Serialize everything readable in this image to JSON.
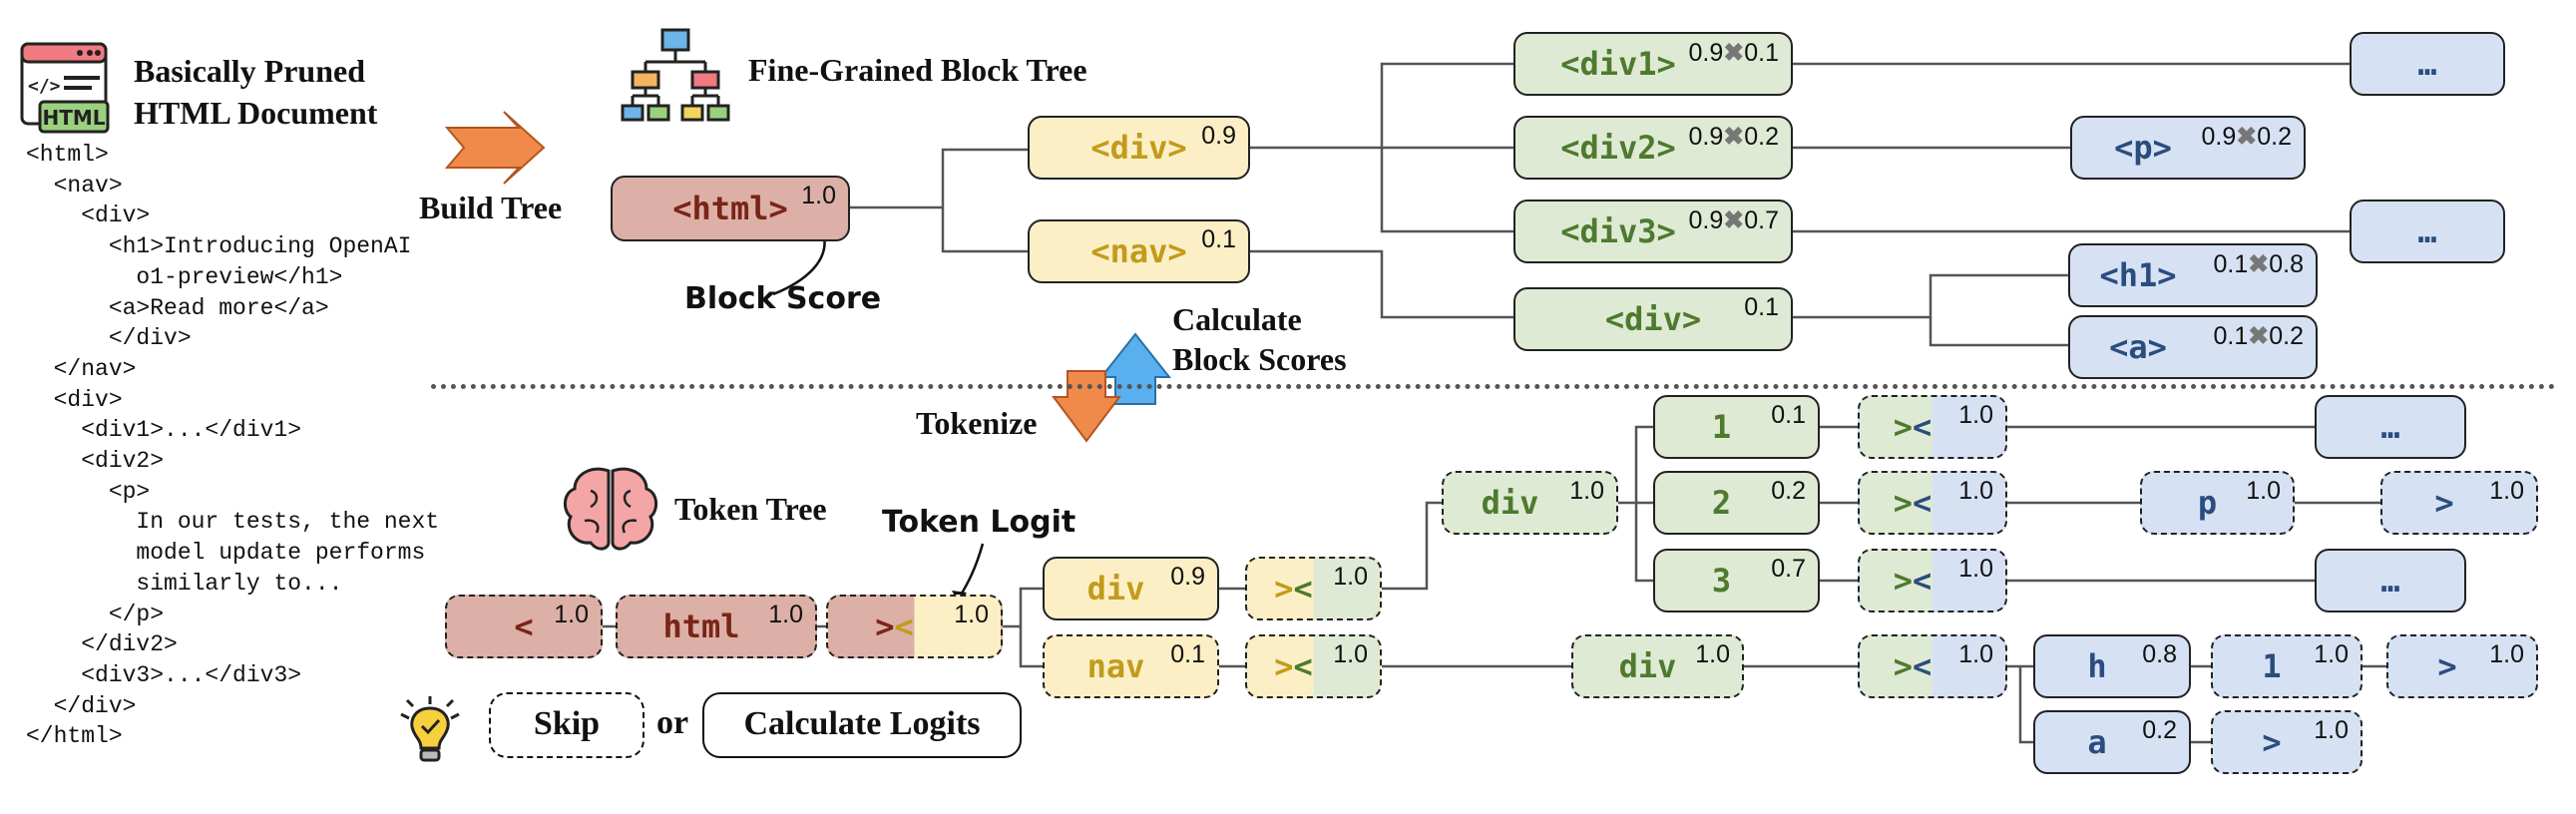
{
  "legend": {
    "doc_title_line1": "Basically Pruned",
    "doc_title_line2": "HTML Document",
    "doc_icon_label": "HTML",
    "fine_tree_title": "Fine-Grained Block Tree",
    "build_tree": "Build Tree",
    "block_score": "Block Score",
    "calc_scores_line1": "Calculate",
    "calc_scores_line2": "Block Scores",
    "tokenize": "Tokenize",
    "token_tree": "Token Tree",
    "token_logit": "Token Logit",
    "skip": "Skip",
    "or": "or",
    "calc_logits": "Calculate Logits"
  },
  "html_code": "<html>\n  <nav>\n    <div>\n      <h1>Introducing OpenAI\n        o1-preview</h1>\n      <a>Read more</a>\n      </div>\n  </nav>\n  <div>\n    <div1>...</div1>\n    <div2>\n      <p>\n        In our tests, the next\n        model update performs\n        similarly to...\n      </p>\n    </div2>\n    <div3>...</div3>\n  </div>\n</html>",
  "block_tree": {
    "html": {
      "tag": "<html>",
      "score": "1.0"
    },
    "div": {
      "tag": "<div>",
      "score": "0.9"
    },
    "nav": {
      "tag": "<nav>",
      "score": "0.1"
    },
    "div1": {
      "tag": "<div1>",
      "a": "0.9",
      "b": "0.1"
    },
    "div2": {
      "tag": "<div2>",
      "a": "0.9",
      "b": "0.2"
    },
    "div3": {
      "tag": "<div3>",
      "a": "0.9",
      "b": "0.7"
    },
    "ndiv": {
      "tag": "<div>",
      "score": "0.1"
    },
    "p": {
      "tag": "<p>",
      "a": "0.9",
      "b": "0.2"
    },
    "h1": {
      "tag": "<h1>",
      "a": "0.1",
      "b": "0.8"
    },
    "a": {
      "tag": "<a>",
      "a": "0.1",
      "b": "0.2"
    },
    "ellipsis": "…"
  },
  "token_tree": {
    "lt": {
      "tok": "<",
      "score": "1.0"
    },
    "html": {
      "tok": "html",
      "score": "1.0"
    },
    "gtlt": {
      "tok_a": ">",
      "tok_b": "<",
      "score": "1.0"
    },
    "div": {
      "tok": "div",
      "score": "0.9"
    },
    "nav": {
      "tok": "nav",
      "score": "0.1"
    },
    "gtlt_div": {
      "tok_a": ">",
      "tok_b": "<",
      "score": "1.0"
    },
    "gtlt_nav": {
      "tok_a": ">",
      "tok_b": "<",
      "score": "1.0"
    },
    "div_up": {
      "tok": "div",
      "score": "1.0"
    },
    "div_low": {
      "tok": "div",
      "score": "1.0"
    },
    "n1": {
      "tok": "1",
      "score": "0.1"
    },
    "n2": {
      "tok": "2",
      "score": "0.2"
    },
    "n3": {
      "tok": "3",
      "score": "0.7"
    },
    "g1": {
      "tok_a": ">",
      "tok_b": "<",
      "score": "1.0"
    },
    "g2": {
      "tok_a": ">",
      "tok_b": "<",
      "score": "1.0"
    },
    "g3": {
      "tok_a": ">",
      "tok_b": "<",
      "score": "1.0"
    },
    "g4": {
      "tok_a": ">",
      "tok_b": "<",
      "score": "1.0"
    },
    "p": {
      "tok": "p",
      "score": "1.0"
    },
    "pgt": {
      "tok": ">",
      "score": "1.0"
    },
    "h": {
      "tok": "h",
      "score": "0.8"
    },
    "one": {
      "tok": "1",
      "score": "1.0"
    },
    "hgt": {
      "tok": ">",
      "score": "1.0"
    },
    "a": {
      "tok": "a",
      "score": "0.2"
    },
    "agt": {
      "tok": ">",
      "score": "1.0"
    },
    "ellipsis": "…"
  },
  "colors": {
    "red_fill": "#dcb0a6",
    "yellow_fill": "#fcefc6",
    "green_fill": "#dfead5",
    "blue_fill": "#d6e2f4",
    "red_text": "#7a2418",
    "yellow_text": "#c29b1c",
    "green_text": "#4e7a2e",
    "blue_text": "#2a4d7e",
    "orange_arrow": "#f08a4b",
    "blue_arrow": "#5ab0ef"
  },
  "icons": [
    "html-document-icon",
    "hierarchy-icon",
    "brain-icon",
    "lightbulb-icon"
  ]
}
